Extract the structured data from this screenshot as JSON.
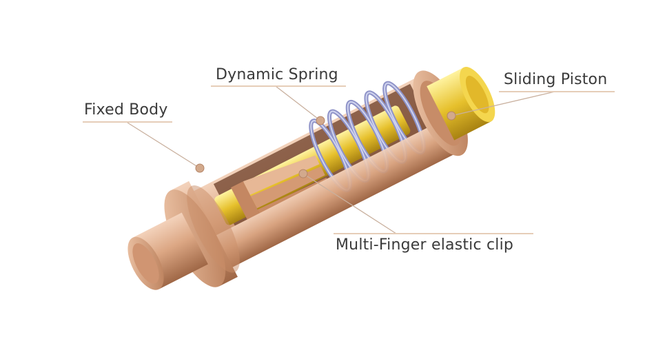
{
  "colors": {
    "copper": "#d9a27f",
    "copper_dark": "#a86e4c",
    "gold": "#e8c33a",
    "spring": "#8f93c8",
    "leader": "#c9b09e"
  },
  "labels": {
    "fixed_body": "Fixed Body",
    "dynamic_spring": "Dynamic Spring",
    "sliding_piston": "Sliding Piston",
    "clip": "Multi-Finger elastic clip"
  }
}
